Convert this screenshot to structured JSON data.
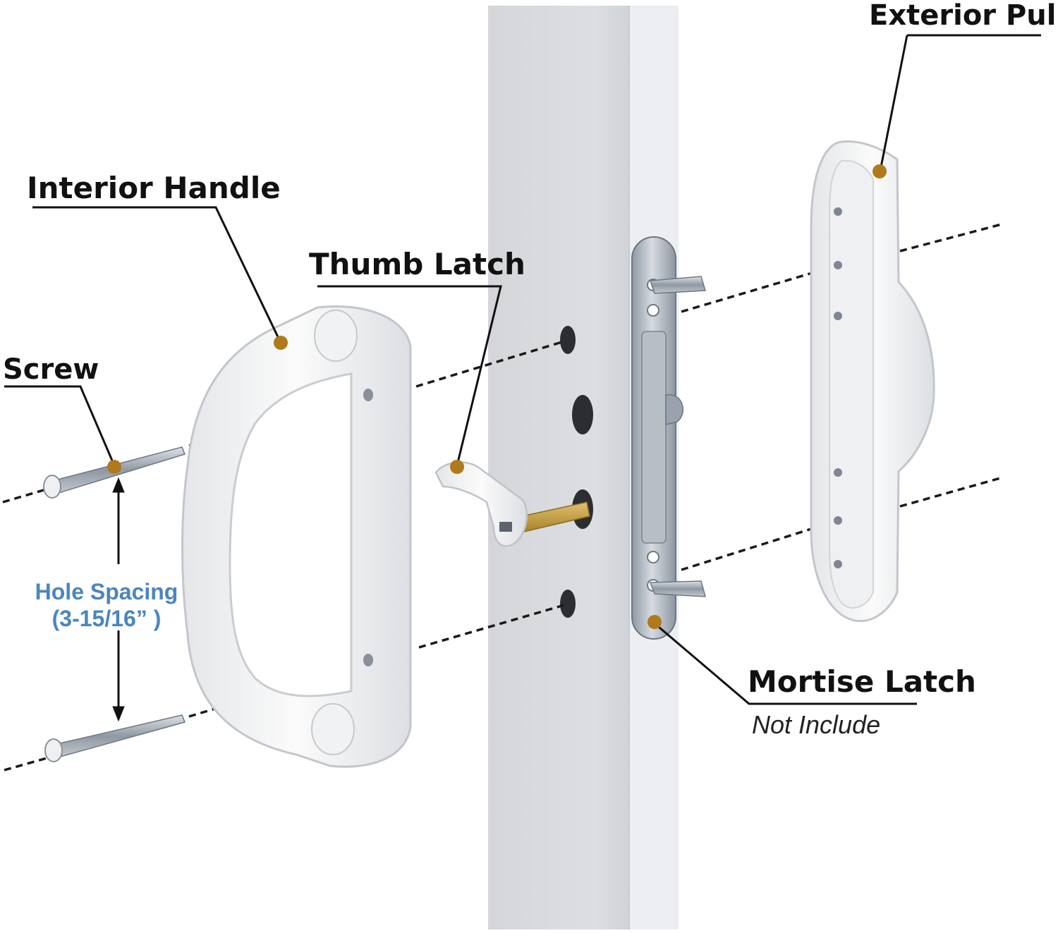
{
  "labels": {
    "exterior_pull": "Exterior Pull",
    "interior_handle": "Interior Handle",
    "thumb_latch": "Thumb Latch",
    "screw": "Screw",
    "mortise_latch": "Mortise Latch",
    "mortise_note": "Not Include",
    "hole_spacing": "Hole Spacing",
    "hole_spacing_value": "(3-15/16”  )"
  },
  "colors": {
    "background": "#ffffff",
    "text": "#111111",
    "callout_dot": "#b07a1c",
    "spacing_text": "#4a86bf",
    "door_panel": "#d9dbdf",
    "door_edge": "#eef0f2",
    "hardware_white": "#f7f7f7",
    "hardware_outline": "#c4c7cc",
    "metal": "#a9b2bd",
    "brass": "#c9a23c"
  },
  "icons": {
    "callout_marker": "filled-circle",
    "dimension_arrow": "double-headed-arrow"
  }
}
